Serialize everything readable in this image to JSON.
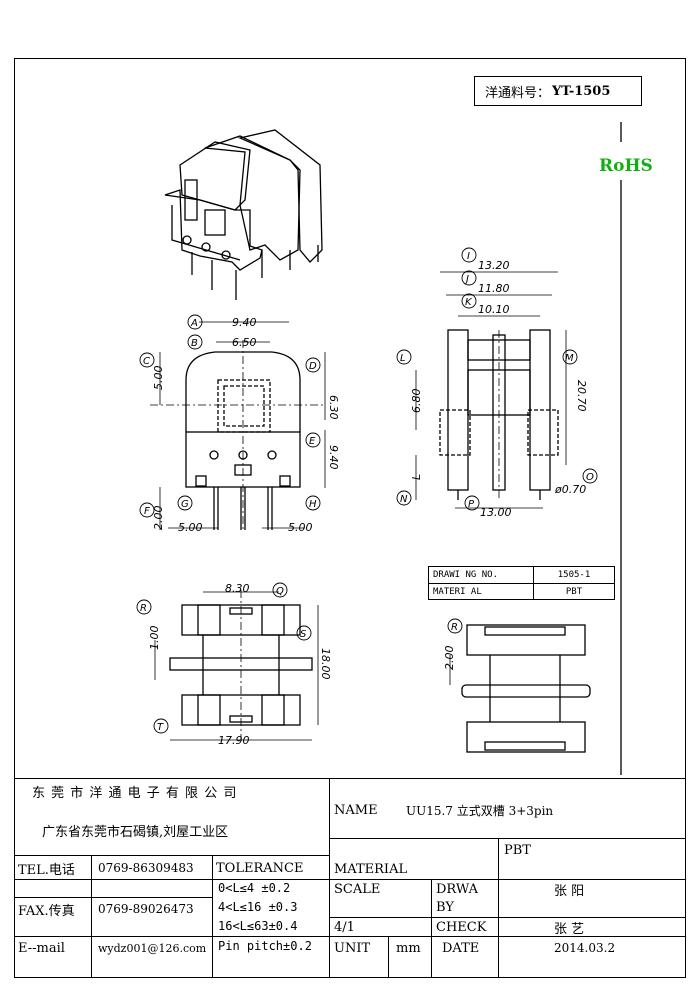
{
  "header": {
    "part_label": "洋通料号：",
    "part_number": "YT-1505",
    "rohs": "RoHS"
  },
  "views": {
    "front": {
      "dims": [
        "9.40",
        "6.50",
        "5.00",
        "6.30",
        "9.40",
        "2.00",
        "5.00",
        "5.00"
      ],
      "labels": [
        "A",
        "B",
        "C",
        "D",
        "E",
        "F",
        "G",
        "H"
      ]
    },
    "side": {
      "dims": [
        "13.20",
        "11.80",
        "10.10",
        "6.80",
        "20.70",
        "L",
        "13.00",
        "ø0.70"
      ],
      "labels": [
        "I",
        "J",
        "K",
        "L",
        "M",
        "N",
        "O",
        "P"
      ]
    },
    "bottom": {
      "dims": [
        "8.30",
        "1.00",
        "18.00",
        "17.90"
      ],
      "labels": [
        "Q",
        "R",
        "S",
        "T"
      ]
    },
    "detail": {
      "dims": [
        "2.00"
      ],
      "labels": [
        "R"
      ]
    }
  },
  "drawing_box": {
    "drawing_no_label": "DRAWI NG  NO.",
    "drawing_no": "1505-1",
    "material_label": "MATERI AL",
    "material": "PBT"
  },
  "title_block": {
    "company": "东 莞 市 洋 通 电 子 有 限 公 司",
    "address": "广东省东莞市石碣镇,刘屋工业区",
    "name_label": "NAME",
    "name_value": "UU15.7 立式双槽 3+3pin",
    "tel_label": "TEL.电话",
    "tel_value": "0769-86309483",
    "fax_label": "FAX.传真",
    "fax_value": "0769-89026473",
    "email_label": "E--mail",
    "email_value": "wydz001@126.com",
    "tolerance_label": "TOLERANCE",
    "tolerances": [
      "0<L≤4   ±0.2",
      "4<L≤16  ±0.3",
      "16<L≤63±0.4",
      "Pin pitch±0.2"
    ],
    "material_label": "MATERIAL",
    "material_value": "PBT",
    "scale_label": "SCALE",
    "scale_value": "4/1",
    "drawn_label_1": "DRWA",
    "drawn_label_2": "BY",
    "drawn_by": "张 阳",
    "check_label": "CHECK",
    "checked_by": "张 艺",
    "unit_label": "UNIT",
    "unit_value": "mm",
    "date_label": "DATE",
    "date_value": "2014.03.2"
  }
}
